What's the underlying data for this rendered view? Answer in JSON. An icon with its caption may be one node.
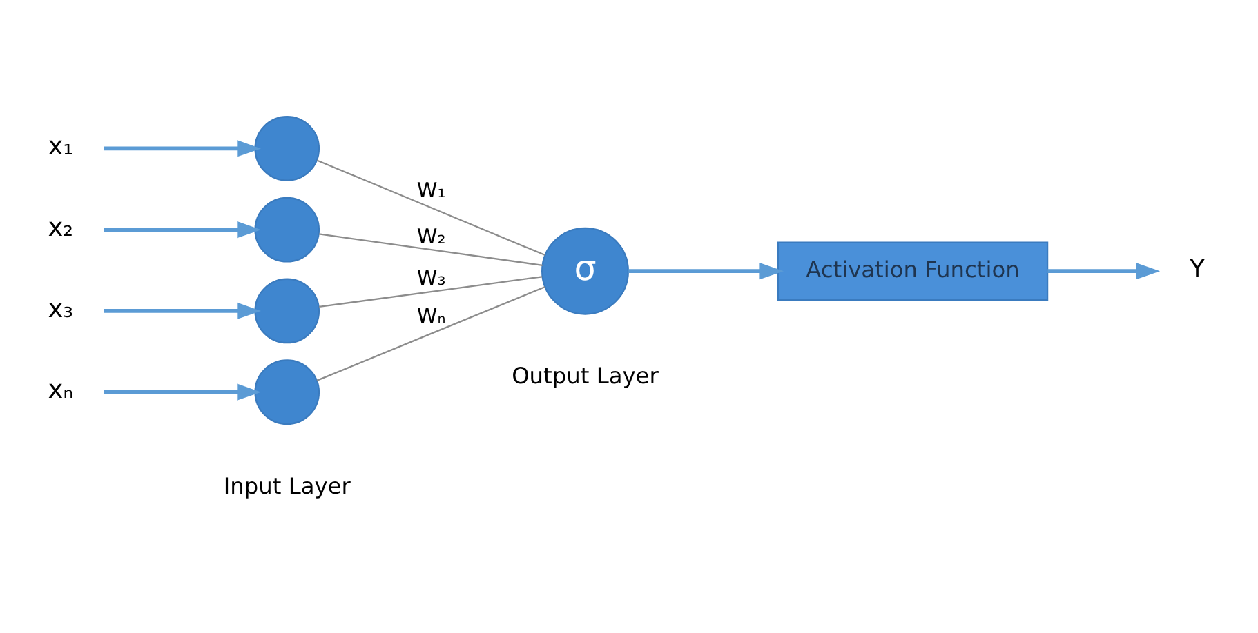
{
  "diagram": {
    "nodes": [
      {
        "text": [
          "x₁"
        ]
      },
      {
        "text": [
          "x₂"
        ]
      },
      {
        "text": [
          "x₃"
        ]
      },
      {
        "text": [
          "xₙ"
        ]
      },
      {
        "text": [],
        "shape": "circle"
      },
      {
        "text": [],
        "shape": "circle"
      },
      {
        "text": [],
        "shape": "circle"
      },
      {
        "text": [],
        "shape": "circle"
      },
      {
        "text": [
          "σ"
        ]
      },
      {
        "text": [
          "Activation Function"
        ]
      },
      {
        "text": [
          "Y"
        ]
      }
    ],
    "edges": [
      {
        "from": 0,
        "to": 4,
        "arrow": "to"
      },
      {
        "from": 1,
        "to": 5,
        "arrow": "to"
      },
      {
        "from": 2,
        "to": 6,
        "arrow": "to"
      },
      {
        "from": 3,
        "to": 7,
        "arrow": "to"
      },
      {
        "from": 4,
        "to": 8,
        "arrow": "none",
        "label": "W₁",
        "color": "#8c8c8c"
      },
      {
        "from": 5,
        "to": 8,
        "arrow": "none",
        "label": "W₂",
        "color": "#8c8c8c"
      },
      {
        "from": 6,
        "to": 8,
        "arrow": "none",
        "label": "W₃",
        "color": "#8c8c8c"
      },
      {
        "from": 7,
        "to": 8,
        "arrow": "none",
        "label": "Wₙ",
        "color": "#8c8c8c"
      },
      {
        "from": 8,
        "to": 9,
        "arrow": "to"
      },
      {
        "from": 9,
        "to": 10,
        "arrow": "to"
      }
    ],
    "labels": [
      "Input Layer",
      "Output Layer"
    ]
  }
}
